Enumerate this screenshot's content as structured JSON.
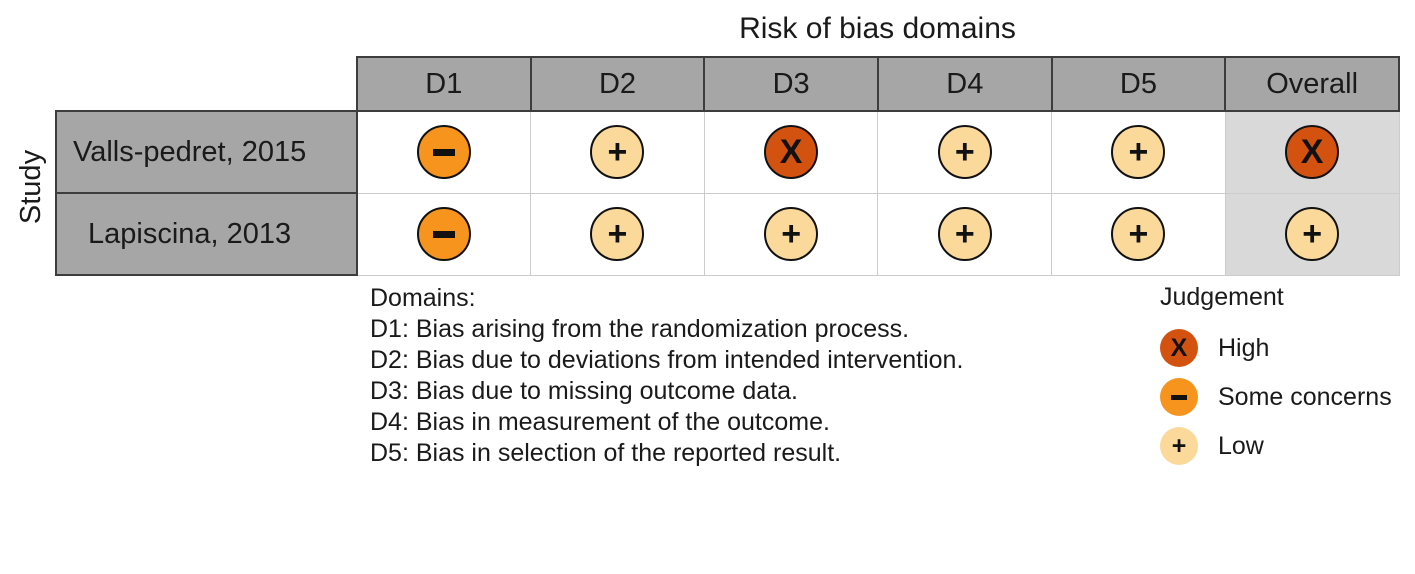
{
  "chart_data": {
    "type": "table",
    "title": "Risk of bias domains",
    "ylabel": "Study",
    "domain_columns": [
      "D1",
      "D2",
      "D3",
      "D4",
      "D5"
    ],
    "overall_column": "Overall",
    "columns": [
      "D1",
      "D2",
      "D3",
      "D4",
      "D5",
      "Overall"
    ],
    "studies": [
      {
        "label": "Valls-pedret, 2015",
        "judgements": [
          "Some concerns",
          "Low",
          "High",
          "Low",
          "Low"
        ],
        "overall": "High"
      },
      {
        "label": "Lapiscina, 2013",
        "judgements": [
          "Some concerns",
          "Low",
          "Low",
          "Low",
          "Low"
        ],
        "overall": "Low"
      }
    ],
    "judgement_levels": [
      {
        "name": "High",
        "symbol": "X",
        "color": "#d4520f"
      },
      {
        "name": "Some concerns",
        "symbol": "-",
        "color": "#f7941e"
      },
      {
        "name": "Low",
        "symbol": "+",
        "color": "#fbd99b"
      }
    ]
  },
  "table": {
    "title": "Risk of bias domains",
    "row_axis_label": "Study",
    "headers": [
      "D1",
      "D2",
      "D3",
      "D4",
      "D5",
      "Overall"
    ],
    "rows": [
      {
        "study": "Valls-pedret, 2015",
        "cells": [
          {
            "judgement": "Some concerns",
            "symbol": "-"
          },
          {
            "judgement": "Low",
            "symbol": "+"
          },
          {
            "judgement": "High",
            "symbol": "X"
          },
          {
            "judgement": "Low",
            "symbol": "+"
          },
          {
            "judgement": "Low",
            "symbol": "+"
          },
          {
            "judgement": "High",
            "symbol": "X"
          }
        ]
      },
      {
        "study": "Lapiscina, 2013",
        "cells": [
          {
            "judgement": "Some concerns",
            "symbol": "-"
          },
          {
            "judgement": "Low",
            "symbol": "+"
          },
          {
            "judgement": "Low",
            "symbol": "+"
          },
          {
            "judgement": "Low",
            "symbol": "+"
          },
          {
            "judgement": "Low",
            "symbol": "+"
          },
          {
            "judgement": "Low",
            "symbol": "+"
          }
        ]
      }
    ]
  },
  "domain_key": {
    "heading": "Domains:",
    "lines": [
      "D1: Bias arising from the randomization process.",
      "D2: Bias due to deviations from intended intervention.",
      "D3: Bias due to missing outcome data.",
      "D4: Bias in measurement of the outcome.",
      "D5: Bias in selection of the reported result."
    ]
  },
  "judgement_legend": {
    "title": "Judgement",
    "items": [
      {
        "label": "High",
        "symbol": "X",
        "color": "#d4520f"
      },
      {
        "label": "Some concerns",
        "symbol": "-",
        "color": "#f7941e"
      },
      {
        "label": "Low",
        "symbol": "+",
        "color": "#fbd99b"
      }
    ]
  },
  "colors": {
    "high": "#d4520f",
    "some_concerns": "#f7941e",
    "low": "#fbd99b",
    "header_fill": "#a6a6a6",
    "overall_column_fill": "#d9d9d9",
    "grid_line": "#cccccc",
    "border": "#3d3d3d"
  }
}
